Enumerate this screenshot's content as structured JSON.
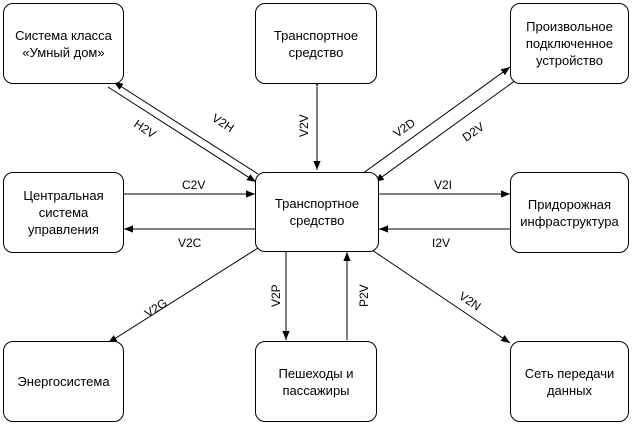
{
  "nodes": {
    "smart_home": "Система класса\n«Умный дом»",
    "vehicle_top": "Транспортное\nсредство",
    "device": "Произвольное\nподключенное\nустройство",
    "central": "Центральная\nсистема\nуправления",
    "vehicle_center": "Транспортное\nсредство",
    "infrastructure": "Придорожная\nинфраструктура",
    "grid": "Энергосистема",
    "pedestrians": "Пешеходы и\nпассажиры",
    "network": "Сеть передачи\nданных"
  },
  "links": {
    "h2v": "H2V",
    "v2h": "V2H",
    "v2v": "V2V",
    "v2d": "V2D",
    "d2v": "D2V",
    "c2v": "C2V",
    "v2c": "V2C",
    "v2i": "V2I",
    "i2v": "I2V",
    "v2g": "V2G",
    "v2p": "V2P",
    "p2v": "P2V",
    "v2n": "V2N"
  }
}
